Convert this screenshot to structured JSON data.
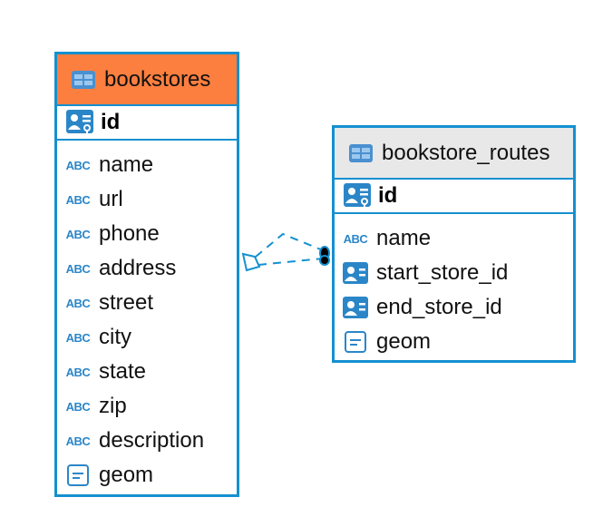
{
  "tables": [
    {
      "name": "bookstores",
      "header_color": "#fd7f3f",
      "pk": "id",
      "columns": [
        {
          "name": "name",
          "icon": "abc-text-icon"
        },
        {
          "name": "url",
          "icon": "abc-text-icon"
        },
        {
          "name": "phone",
          "icon": "abc-text-icon"
        },
        {
          "name": "address",
          "icon": "abc-text-icon"
        },
        {
          "name": "street",
          "icon": "abc-text-icon"
        },
        {
          "name": "city",
          "icon": "abc-text-icon"
        },
        {
          "name": "state",
          "icon": "abc-text-icon"
        },
        {
          "name": "zip",
          "icon": "abc-text-icon"
        },
        {
          "name": "description",
          "icon": "abc-text-icon"
        },
        {
          "name": "geom",
          "icon": "geometry-icon"
        }
      ]
    },
    {
      "name": "bookstore_routes",
      "header_color": "#e8e8e8",
      "pk": "id",
      "columns": [
        {
          "name": "name",
          "icon": "abc-text-icon"
        },
        {
          "name": "start_store_id",
          "icon": "foreign-key-icon"
        },
        {
          "name": "end_store_id",
          "icon": "foreign-key-icon"
        },
        {
          "name": "geom",
          "icon": "geometry-icon"
        }
      ]
    }
  ],
  "abc_label": "ABC",
  "colors": {
    "border": "#1490d0",
    "icon": "#2b86c8"
  }
}
